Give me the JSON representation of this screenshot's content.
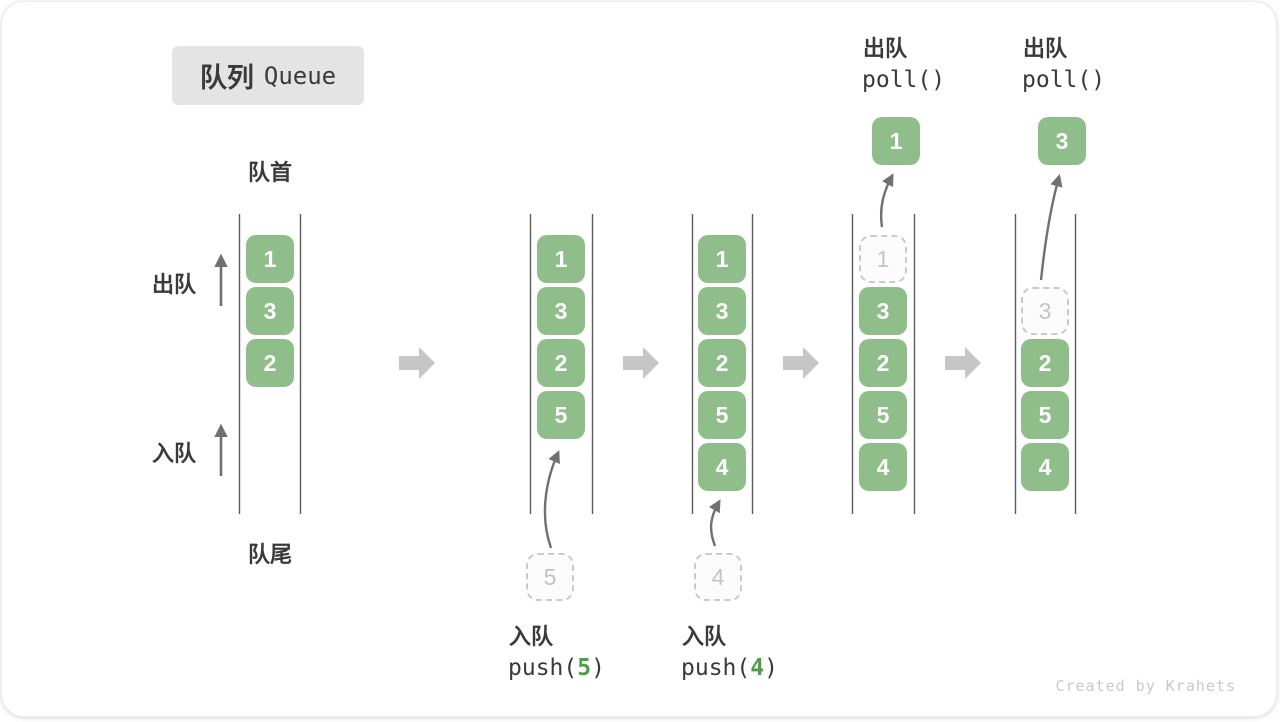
{
  "title": {
    "zh": "队列",
    "en": "Queue"
  },
  "labels": {
    "front": "队首",
    "rear": "队尾",
    "dequeue": "出队",
    "enqueue": "入队"
  },
  "watermark": "Created by Krahets",
  "colors": {
    "box_green": "#8FBE8B",
    "code_green": "#4E9D47",
    "block_arrow": "#C6C6C6",
    "text": "#3A3A3A",
    "dashed_border": "#C9C9C9",
    "dashed_text": "#C3C3C3",
    "queue_line": "#5C5C5C",
    "thin_arrow": "#707070",
    "badge_bg": "#E4E4E4",
    "watermark": "#C9C9C9"
  },
  "ops": {
    "push5": {
      "label": "入队",
      "pre": "push(",
      "arg": "5",
      "post": ")"
    },
    "push4": {
      "label": "入队",
      "pre": "push(",
      "arg": "4",
      "post": ")"
    },
    "poll1": {
      "label": "出队",
      "code": "poll()"
    },
    "poll2": {
      "label": "出队",
      "code": "poll()"
    }
  },
  "states": {
    "s1": {
      "slots": [
        "1",
        "3",
        "2"
      ]
    },
    "s2": {
      "slots": [
        "1",
        "3",
        "2",
        "5"
      ],
      "pending": "5"
    },
    "s3": {
      "slots": [
        "1",
        "3",
        "2",
        "5",
        "4"
      ],
      "pending": "4"
    },
    "s4": {
      "dashed": "1",
      "slots": [
        "3",
        "2",
        "5",
        "4"
      ],
      "popped": "1"
    },
    "s5": {
      "dashed": "3",
      "slots": [
        "2",
        "5",
        "4"
      ],
      "popped": "3"
    }
  }
}
